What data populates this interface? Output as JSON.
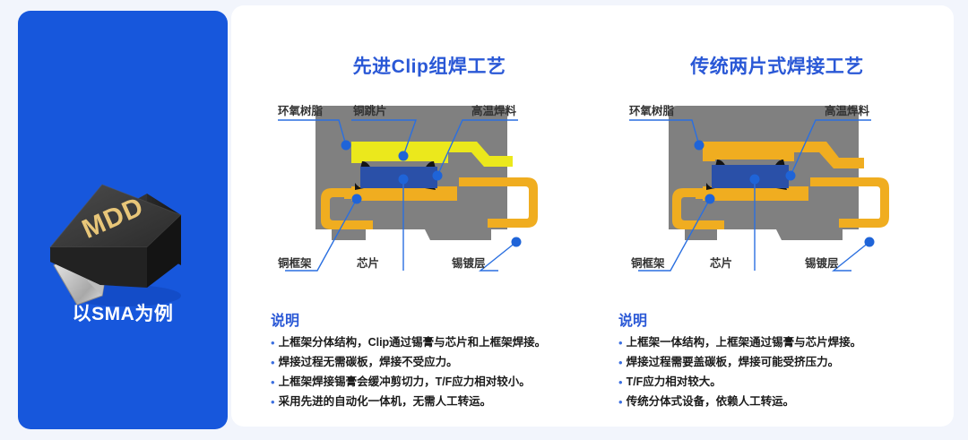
{
  "colors": {
    "panel_blue": "#1757dc",
    "card_white": "#ffffff",
    "page_bg": "#f2f5fc",
    "title_blue": "#2a58d6",
    "body_gray": "#808080",
    "frame_gold": "#f0ad20",
    "clip_yellow": "#ebe81c",
    "chip_blue": "#2a50a8",
    "leader_blue": "#1f64d8",
    "solder_black": "#111111",
    "mdd_gold": "#e8c679"
  },
  "left_panel": {
    "caption": "以SMA为例",
    "product_icon": "sma-diode-package",
    "product_marking": "MDD"
  },
  "columns": [
    {
      "id": "advanced-clip",
      "title": "先进Clip组焊工艺",
      "diagram_type": "clip-bond-cross-section",
      "labels_top": [
        {
          "text": "环氧树脂",
          "points_to": "epoxy-resin-body"
        },
        {
          "text": "铜跳片",
          "points_to": "copper-clip"
        },
        {
          "text": "高温焊料",
          "points_to": "high-temp-solder"
        }
      ],
      "labels_bottom": [
        {
          "text": "铜框架",
          "points_to": "copper-lead-frame"
        },
        {
          "text": "芯片",
          "points_to": "die-chip"
        },
        {
          "text": "锡镀层",
          "points_to": "tin-plating"
        }
      ],
      "notes_head": "说明",
      "notes": [
        "上框架分体结构，Clip通过锡膏与芯片和上框架焊接。",
        "焊接过程无需碳板，焊接不受应力。",
        "上框架焊接锡膏会缓冲剪切力，T/F应力相对较小。",
        "采用先进的自动化一体机，无需人工转运。"
      ]
    },
    {
      "id": "traditional-two-piece",
      "title": "传统两片式焊接工艺",
      "diagram_type": "two-piece-bond-cross-section",
      "labels_top": [
        {
          "text": "环氧树脂",
          "points_to": "epoxy-resin-body"
        },
        {
          "text": "高温焊料",
          "points_to": "high-temp-solder"
        }
      ],
      "labels_bottom": [
        {
          "text": "铜框架",
          "points_to": "copper-lead-frame"
        },
        {
          "text": "芯片",
          "points_to": "die-chip"
        },
        {
          "text": "锡镀层",
          "points_to": "tin-plating"
        }
      ],
      "notes_head": "说明",
      "notes": [
        "上框架一体结构，上框架通过锡膏与芯片焊接。",
        "焊接过程需要盖碳板，焊接可能受挤压力。",
        "T/F应力相对较大。",
        "传统分体式设备，依赖人工转运。"
      ]
    }
  ],
  "bullet_glyph": "•"
}
